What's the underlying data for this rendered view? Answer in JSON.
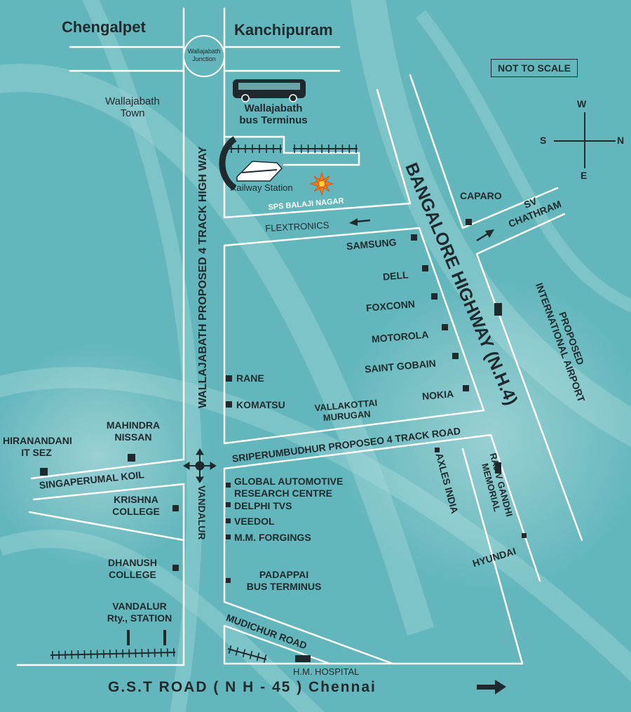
{
  "map": {
    "note": "NOT TO SCALE",
    "compass": {
      "n": "N",
      "s": "S",
      "e": "E",
      "w": "W"
    },
    "labels": {
      "chengalpet": "Chengalpet",
      "kanchipuram": "Kanchipuram",
      "wallajabath_junction_1": "Wallajabath",
      "wallajabath_junction_2": "Junction",
      "wallajabath_town_1": "Wallajabath",
      "wallajabath_town_2": "Town",
      "bus_terminus_1": "Wallajabath",
      "bus_terminus_2": "bus Terminus",
      "railway_station": "Railway Station",
      "sps_balaji_nagar": "SPS BALAJI NAGAR",
      "flextronics": "FLEXTRONICS",
      "track_highway": "WALLAJABATH PROPOSED  4 TRACK HIGH WAY",
      "bangalore_highway": "BANGALORE HIGHWAY (N.H.4)",
      "caparo": "CAPARO",
      "sv_chathram_1": "SV",
      "sv_chathram_2": "CHATHRAM",
      "proposed_airport_1": "PROPOSED",
      "proposed_airport_2": "INTERNATIONAL AIRPORT",
      "samsung": "SAMSUNG",
      "dell": "DELL",
      "foxconn": "FOXCONN",
      "motorola": "MOTOROLA",
      "saint_gobain": "SAINT GOBAIN",
      "nokia": "NOKIA",
      "rane": "RANE",
      "komatsu": "KOMATSU",
      "vallakottai_1": "VALLAKOTTAI",
      "vallakottai_2": "MURUGAN",
      "sriperumbudhur_road": "SRIPERUMBUDHUR PROPOSEO 4 TRACK ROAD",
      "hiranandani_1": "HIRANANDANI",
      "hiranandani_2": "IT SEZ",
      "mahindra_1": "MAHINDRA",
      "mahindra_2": "NISSAN",
      "singaperumal_koil": "SINGAPERUMAL KOIL",
      "vandalur": "VANDALUR",
      "krishna_1": "KRISHNA",
      "krishna_2": "COLLEGE",
      "global_1": "GLOBAL AUTOMOTIVE",
      "global_2": "RESEARCH CENTRE",
      "delphi": "DELPHI TVS",
      "veedol": "VEEDOL",
      "mm_forgings": "M.M. FORGINGS",
      "axles_india": "AXLES INDIA",
      "rajiv_1": "RAJIV GANDHI",
      "rajiv_2": "MEMORIAL",
      "hyundai": "HYUNDAI",
      "dhanush_1": "DHANUSH",
      "dhanush_2": "COLLEGE",
      "padappai_1": "PADAPPAI",
      "padappai_2": "BUS TERMINUS",
      "vandalur_station_1": "VANDALUR",
      "vandalur_station_2": "Rty., STATION",
      "mudichur_road": "MUDICHUR ROAD",
      "hm_hospital": "H.M. HOSPITAL",
      "gst_road": "G.S.T ROAD ( N H - 45 ) Chennai"
    },
    "colors": {
      "background": "#63b7bc",
      "road": "#ffffff",
      "marker": "#1f2a2e",
      "highlight": "#f07a1e"
    },
    "icons": [
      "bus-icon",
      "train-icon",
      "star-marker-icon",
      "compass-icon",
      "arrow-icon",
      "railway-track-icon"
    ]
  }
}
